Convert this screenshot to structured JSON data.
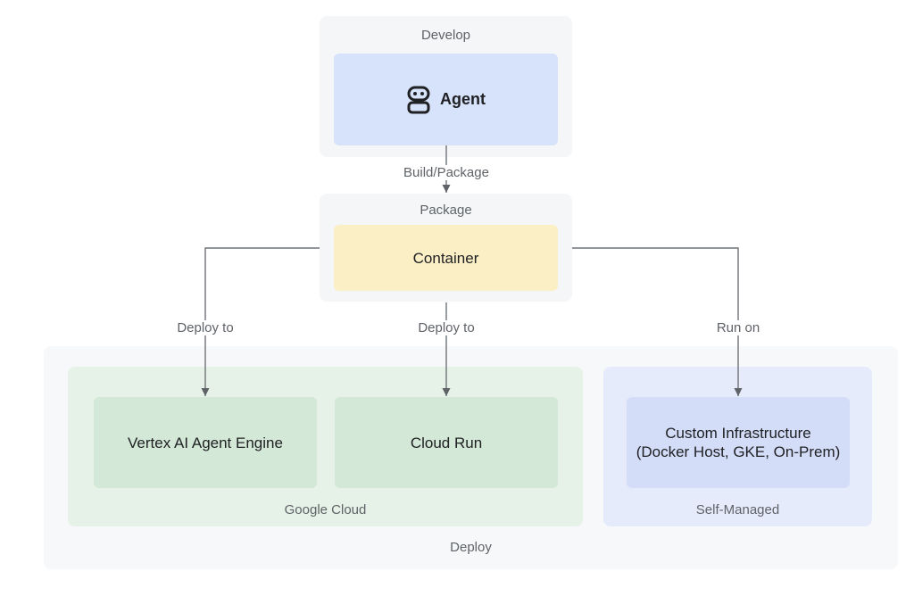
{
  "groups": {
    "develop": "Develop",
    "package": "Package",
    "deploy": "Deploy",
    "google_cloud": "Google Cloud",
    "self_managed": "Self-Managed"
  },
  "nodes": {
    "agent": {
      "label": "Agent",
      "icon": "robot-icon",
      "color": "#d7e3fa"
    },
    "container": {
      "label": "Container",
      "color": "#fbefc5"
    },
    "vertex": {
      "label": "Vertex AI Agent Engine",
      "color": "#d3e8d6"
    },
    "cloud_run": {
      "label": "Cloud Run",
      "color": "#d3e8d6"
    },
    "custom_line1": "Custom Infrastructure",
    "custom_line2": "(Docker Host, GKE, On-Prem)",
    "custom_color": "#d4ddf8"
  },
  "edges": {
    "build": "Build/Package",
    "deploy_left": "Deploy to",
    "deploy_mid": "Deploy to",
    "run_on": "Run on"
  }
}
